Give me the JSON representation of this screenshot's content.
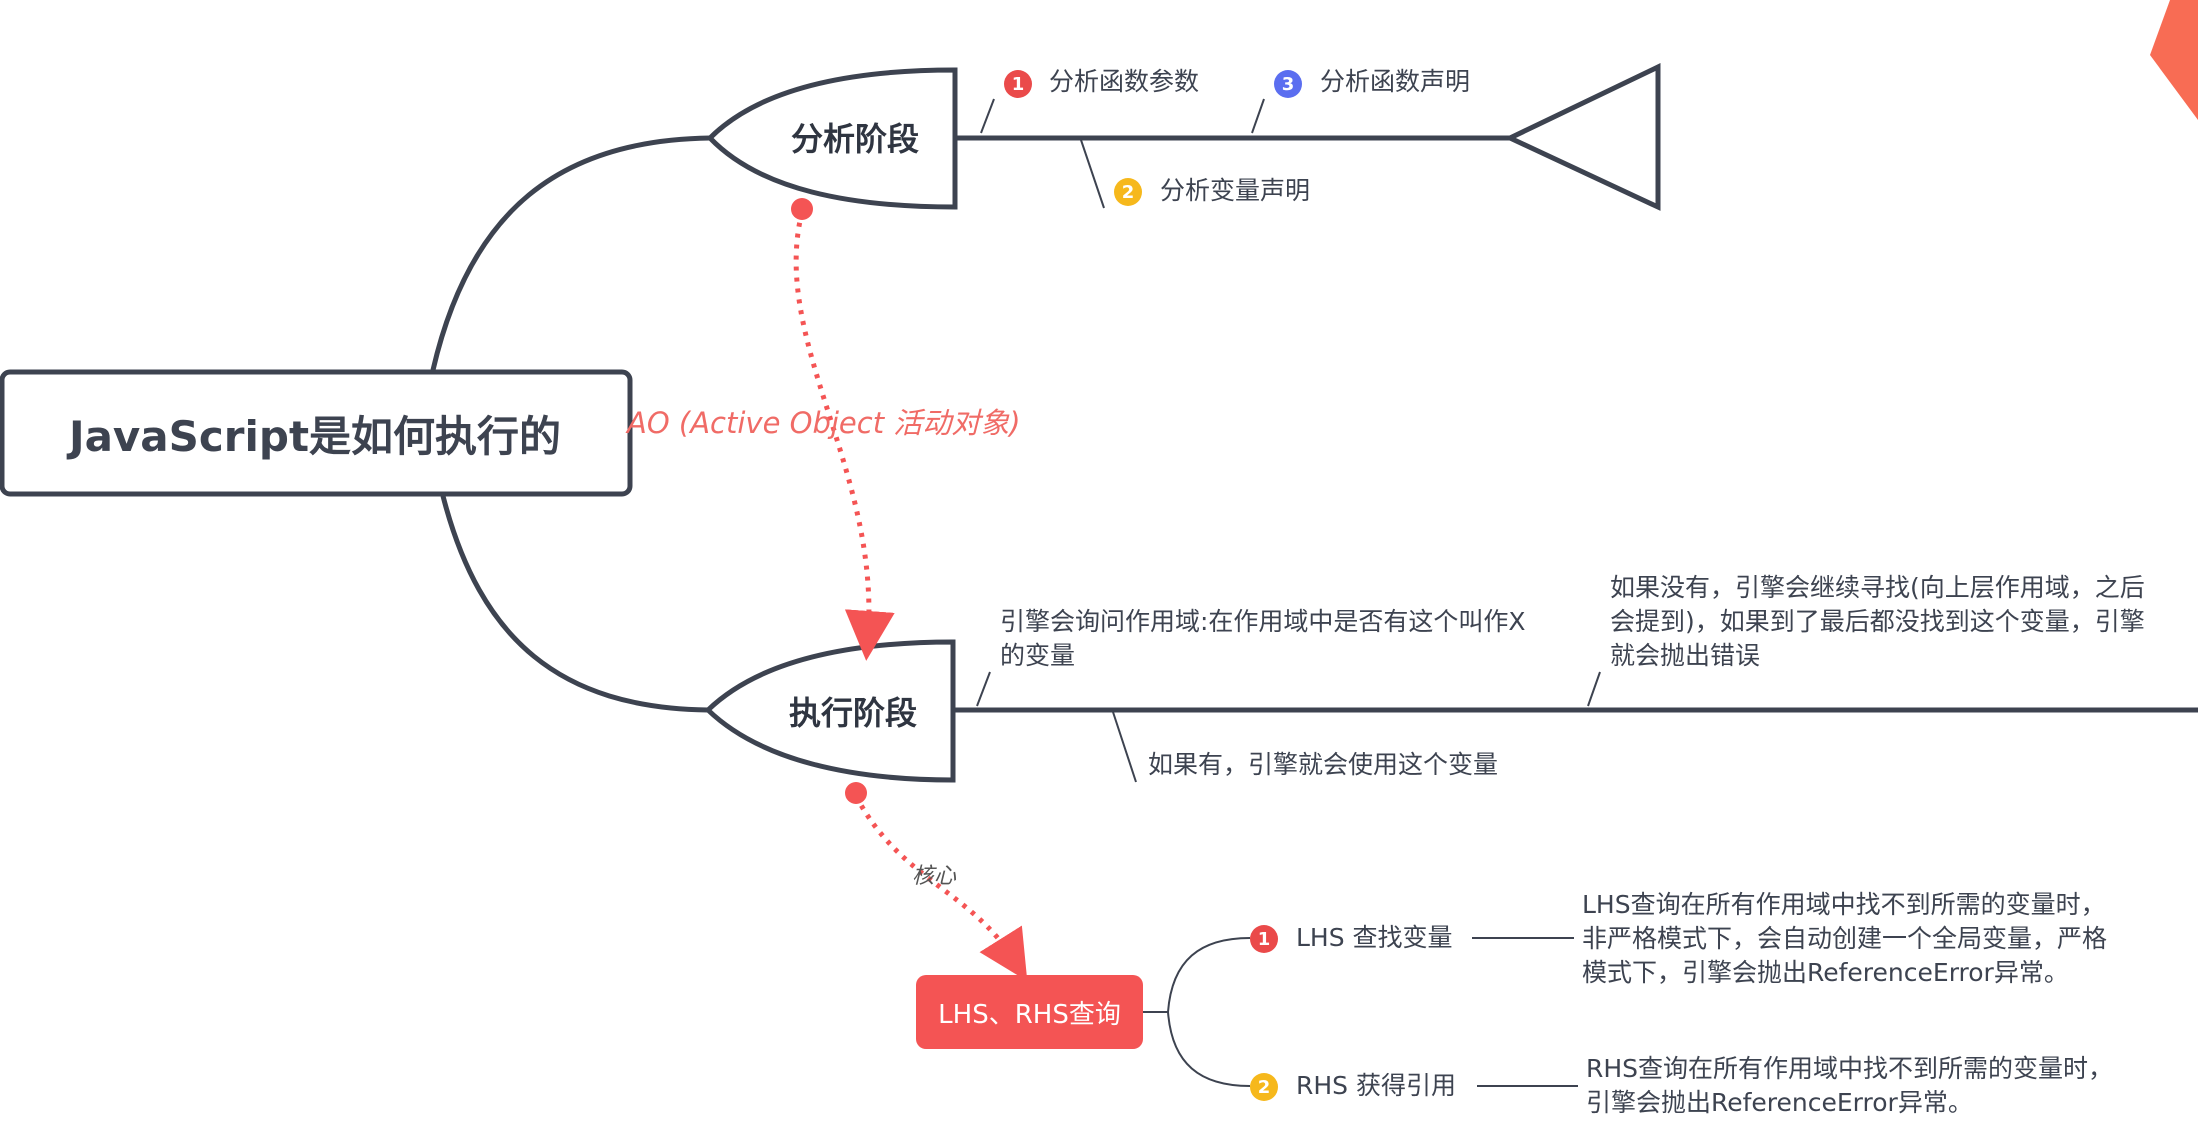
{
  "root": {
    "title": "JavaScript是如何执行的"
  },
  "analysis": {
    "label": "分析阶段",
    "items": [
      {
        "badge": "1",
        "text": "分析函数参数"
      },
      {
        "badge": "2",
        "text": "分析变量声明"
      },
      {
        "badge": "3",
        "text": "分析函数声明"
      }
    ]
  },
  "relation_ao": "AO (Active Object 活动对象)",
  "execution": {
    "label": "执行阶段",
    "item_ask_line1": "引擎会询问作用域:在作用域中是否有这个叫作X",
    "item_ask_line2": "的变量",
    "item_yes": "如果有，引擎就会使用这个变量",
    "item_no_line1": "如果没有，引擎会继续寻找(向上层作用域，之后",
    "item_no_line2": "会提到)，如果到了最后都没找到这个变量，引擎",
    "item_no_line3": "就会抛出错误"
  },
  "relation_core": "核心",
  "query": {
    "label": "LHS、RHS查询",
    "lhs": {
      "badge": "1",
      "text": "LHS 查找变量",
      "desc_line1": " LHS查询在所有作用域中找不到所需的变量时，",
      "desc_line2": "非严格模式下，会自动创建一个全局变量，严格",
      "desc_line3": "模式下，引擎会抛出ReferenceError异常。"
    },
    "rhs": {
      "badge": "2",
      "text": "RHS 获得引用",
      "desc_line1": "RHS查询在所有作用域中找不到所需的变量时，",
      "desc_line2": "引擎会抛出ReferenceError异常。"
    }
  },
  "colors": {
    "line": "#3d4350",
    "accent": "#f45454",
    "badge_red": "#ea4a4a",
    "badge_yellow": "#f6b81c",
    "badge_blue": "#5b6ef0"
  }
}
